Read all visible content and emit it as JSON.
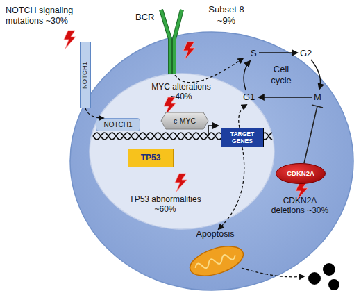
{
  "diagram": {
    "nodes": [
      {
        "text": [
          "NOTCH1"
        ]
      },
      {
        "text": [
          "NOTCH1"
        ]
      },
      {
        "text": [
          "c-MYC"
        ]
      },
      {
        "text": [
          "TARGET GENES"
        ]
      },
      {
        "text": [
          "TP53"
        ]
      },
      {
        "text": [
          "CDKN2A"
        ]
      },
      {
        "text": [
          "Apoptosis"
        ]
      }
    ],
    "edges": [
      {
        "from": 0,
        "to": 1,
        "arrow": "to"
      },
      {
        "from": 3,
        "to": 6,
        "arrow": "to"
      }
    ],
    "labels": [
      "NOTCH signaling mutations ~30%",
      "BCR",
      "Subset 8 ~9%",
      "S",
      "G2",
      "Cell cycle",
      "G1",
      "M",
      "MYC alterations ~40%",
      "TP53 abnormalities ~60%",
      "CDKN2A deletions ~30%"
    ]
  }
}
